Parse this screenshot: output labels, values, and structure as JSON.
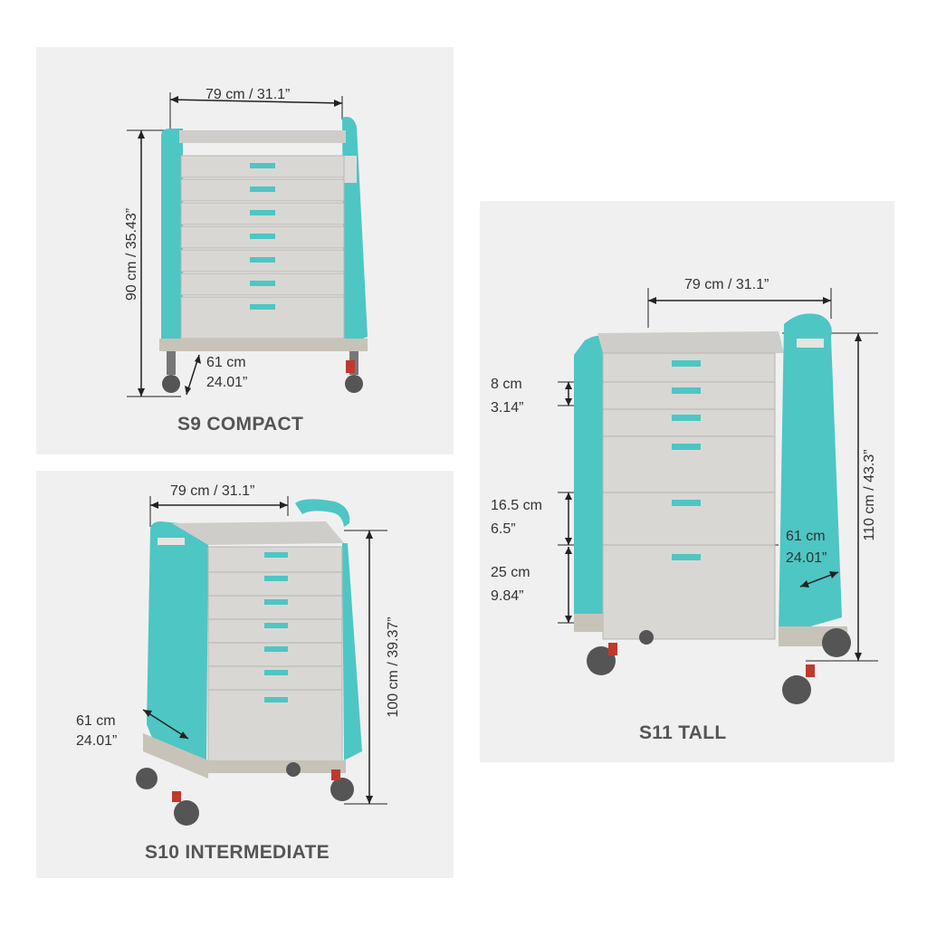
{
  "s9": {
    "title": "S9 COMPACT",
    "width": "79 cm / 31.1”",
    "height": "90 cm / 35.43”",
    "depth_cm": "61 cm",
    "depth_in": "24.01”"
  },
  "s10": {
    "title": "S10 INTERMEDIATE",
    "width": "79 cm / 31.1”",
    "height": "100 cm / 39.37”",
    "depth_cm": "61 cm",
    "depth_in": "24.01”"
  },
  "s11": {
    "title": "S11 TALL",
    "width": "79 cm / 31.1”",
    "height": "110 cm / 43.3”",
    "depth_cm": "61 cm",
    "depth_in": "24.01”",
    "drawer_small_cm": "8 cm",
    "drawer_small_in": "3.14”",
    "drawer_medium_cm": "16.5 cm",
    "drawer_medium_in": "6.5”",
    "drawer_large_cm": "25 cm",
    "drawer_large_in": "9.84”"
  },
  "colors": {
    "teal": "#4ec6c4",
    "teal_dark": "#2fa6a5",
    "drawer": "#d9d7d3",
    "background_panel": "#f0f0f1"
  }
}
